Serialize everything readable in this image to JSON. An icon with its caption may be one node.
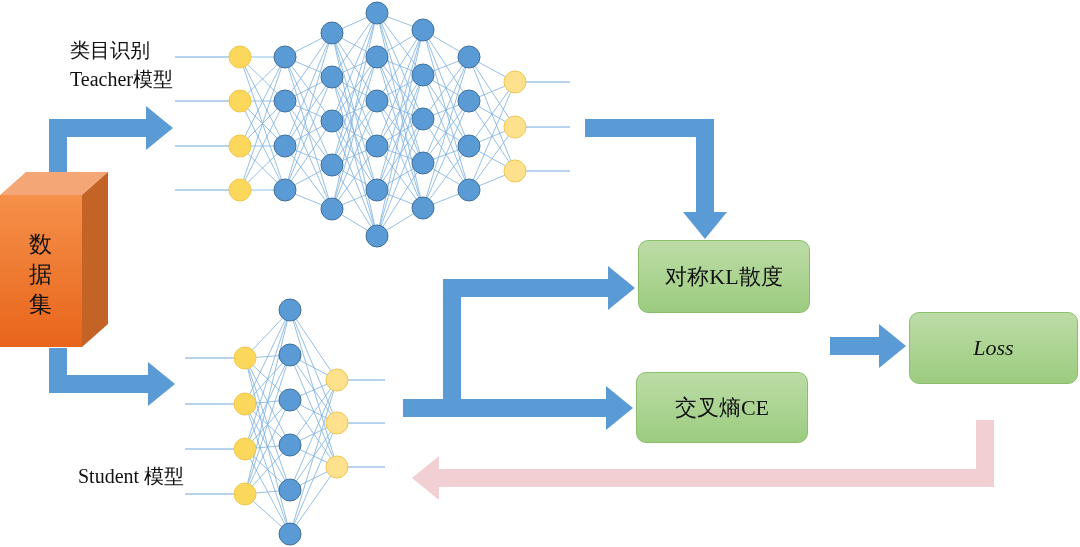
{
  "diagram": {
    "nodes": [
      {
        "text": [
          "数据集"
        ]
      },
      {
        "text": [],
        "shape": "picture",
        "beside": [
          "类目识别 Teacher模型"
        ]
      },
      {
        "text": [],
        "shape": "picture",
        "beside": [
          "Student 模型"
        ]
      },
      {
        "text": [
          "对称KL散度"
        ]
      },
      {
        "text": [
          "交叉熵CE"
        ]
      },
      {
        "text": [
          "Loss"
        ]
      }
    ],
    "edges": [
      {
        "from": 0,
        "to": 1,
        "arrow": "to"
      },
      {
        "from": 0,
        "to": 2,
        "arrow": "to"
      },
      {
        "from": 1,
        "to": 3,
        "arrow": "to"
      },
      {
        "from": 2,
        "to": 3,
        "arrow": "to"
      },
      {
        "from": 2,
        "to": 4,
        "arrow": "to"
      },
      {
        "from": null,
        "to": 5,
        "arrow": "to"
      },
      {
        "from": 5,
        "to": 2,
        "arrow": "to",
        "color": "#f2cfd2"
      }
    ]
  }
}
